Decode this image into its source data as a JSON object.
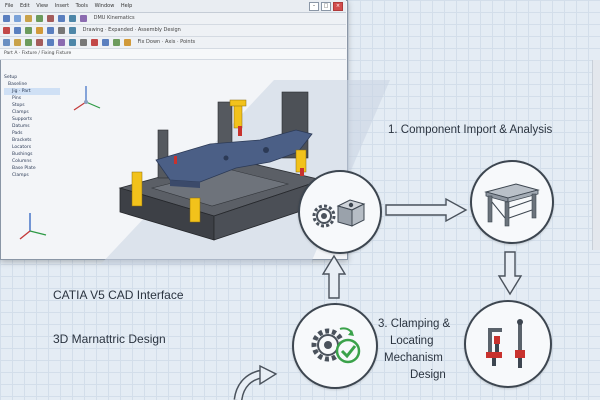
{
  "cad_window": {
    "menu": [
      "File",
      "Edit",
      "View",
      "Insert",
      "Tools",
      "Window",
      "Help"
    ],
    "toolbar1_label": "DMU Kinematics",
    "toolbar2_label": "Drawing · Expanded · Assembly Design",
    "toolbar3_label": "Fix Down · Axis · Points",
    "toolbar4_label": "Part A · Fixture / Fixing Fixture",
    "tree_items": [
      "Setup",
      "Baseline",
      "Jig · Part",
      "Pins",
      "Stops",
      "Clamps",
      "Supports",
      "Datums",
      "Pads",
      "Brackets",
      "Locators",
      "Bushings",
      "Columns",
      "Base Plate",
      "Clamps"
    ]
  },
  "steps": {
    "step1": "1. Component Import & Analysis",
    "step3_line1": "3. Clamping &",
    "step3_line2": "Locating",
    "step3_line3": "Mechanism",
    "step3_line4": "Design"
  },
  "captions": {
    "cad_interface": "CATIA V5 CAD Interface",
    "design": "3D Marnattric Design"
  },
  "colors": {
    "clamp_yellow": "#f2c21b",
    "check_green": "#3aa24a",
    "clamp_red": "#c8322e",
    "part_blue": "#4b5f86",
    "base_gray": "#4a4d52"
  }
}
